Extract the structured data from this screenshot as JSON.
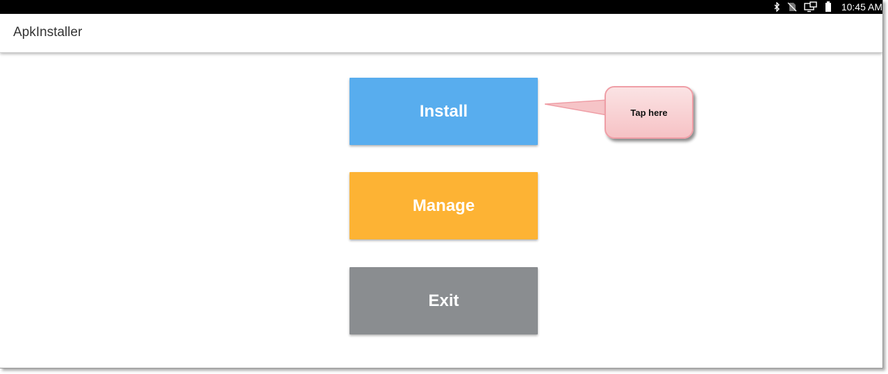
{
  "status_bar": {
    "time": "10:45 AM",
    "icons": [
      "bluetooth-icon",
      "no-sim-icon",
      "cast-screen-icon",
      "battery-icon"
    ]
  },
  "app_bar": {
    "title": "ApkInstaller"
  },
  "buttons": {
    "install": "Install",
    "manage": "Manage",
    "exit": "Exit"
  },
  "callout": {
    "text": "Tap here"
  },
  "colors": {
    "install": "#58adee",
    "manage": "#fdb334",
    "exit": "#8a8d90",
    "callout_fill": "#f6c2c5",
    "callout_border": "#ef9ea6"
  }
}
